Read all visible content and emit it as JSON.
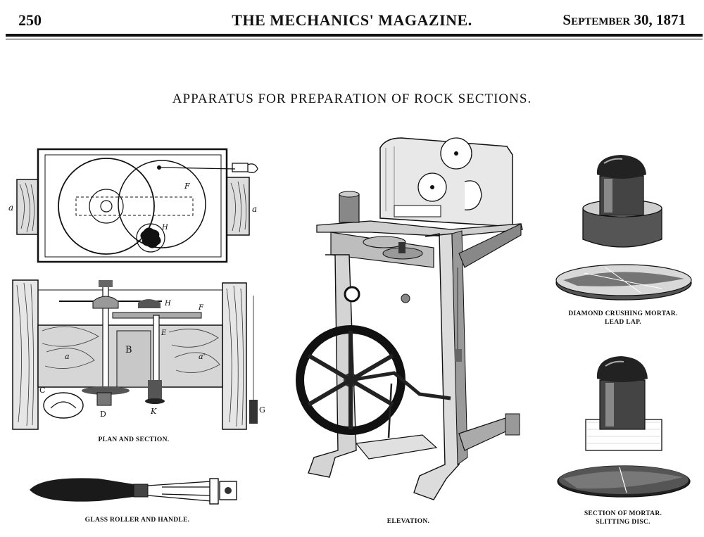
{
  "header": {
    "page_number": "250",
    "running_head": "THE MECHANICS' MAGAZINE.",
    "issue_date": "September 30, 1871"
  },
  "article": {
    "title": "APPARATUS FOR PREPARATION OF ROCK SECTIONS."
  },
  "figures": {
    "plan_and_section": {
      "caption": "PLAN AND SECTION.",
      "labels": {
        "a": "a",
        "a2": "a",
        "F": "F",
        "H": "H",
        "H2": "H",
        "F2": "F",
        "B": "B",
        "E": "E",
        "a_left": "a",
        "a_right": "a'",
        "C": "C",
        "D": "D",
        "K": "K",
        "G": "G"
      }
    },
    "glass_roller": {
      "caption": "GLASS ROLLER AND HANDLE."
    },
    "elevation": {
      "caption": "ELEVATION."
    },
    "mortar_lap": {
      "caption_line1": "DIAMOND CRUSHING MORTAR.",
      "caption_line2": "LEAD LAP."
    },
    "mortar_disc": {
      "caption_line1": "SECTION OF MORTAR.",
      "caption_line2": "SLITTING DISC."
    }
  }
}
